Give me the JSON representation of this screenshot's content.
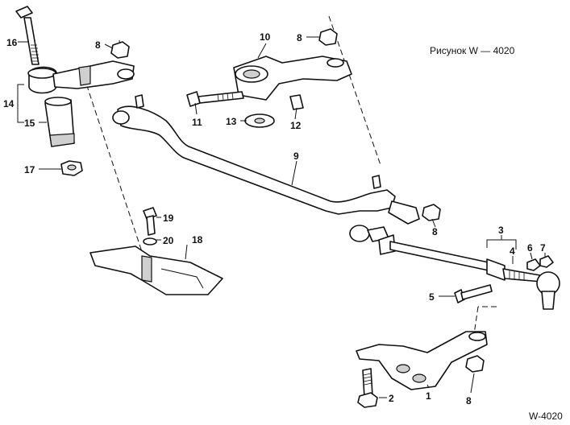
{
  "figure": {
    "caption": "Рисунок W — 4020",
    "code": "W-4020"
  },
  "callouts": [
    {
      "id": "1",
      "label": "1"
    },
    {
      "id": "2",
      "label": "2"
    },
    {
      "id": "3",
      "label": "3"
    },
    {
      "id": "4",
      "label": "4"
    },
    {
      "id": "5",
      "label": "5"
    },
    {
      "id": "6",
      "label": "6"
    },
    {
      "id": "7",
      "label": "7"
    },
    {
      "id": "8a",
      "label": "8"
    },
    {
      "id": "8b",
      "label": "8"
    },
    {
      "id": "8c",
      "label": "8"
    },
    {
      "id": "8d",
      "label": "8"
    },
    {
      "id": "9",
      "label": "9"
    },
    {
      "id": "10",
      "label": "10"
    },
    {
      "id": "11",
      "label": "11"
    },
    {
      "id": "12",
      "label": "12"
    },
    {
      "id": "13",
      "label": "13"
    },
    {
      "id": "14",
      "label": "14"
    },
    {
      "id": "15",
      "label": "15"
    },
    {
      "id": "16",
      "label": "16"
    },
    {
      "id": "17",
      "label": "17"
    },
    {
      "id": "18",
      "label": "18"
    },
    {
      "id": "19",
      "label": "19"
    },
    {
      "id": "20",
      "label": "20"
    }
  ]
}
